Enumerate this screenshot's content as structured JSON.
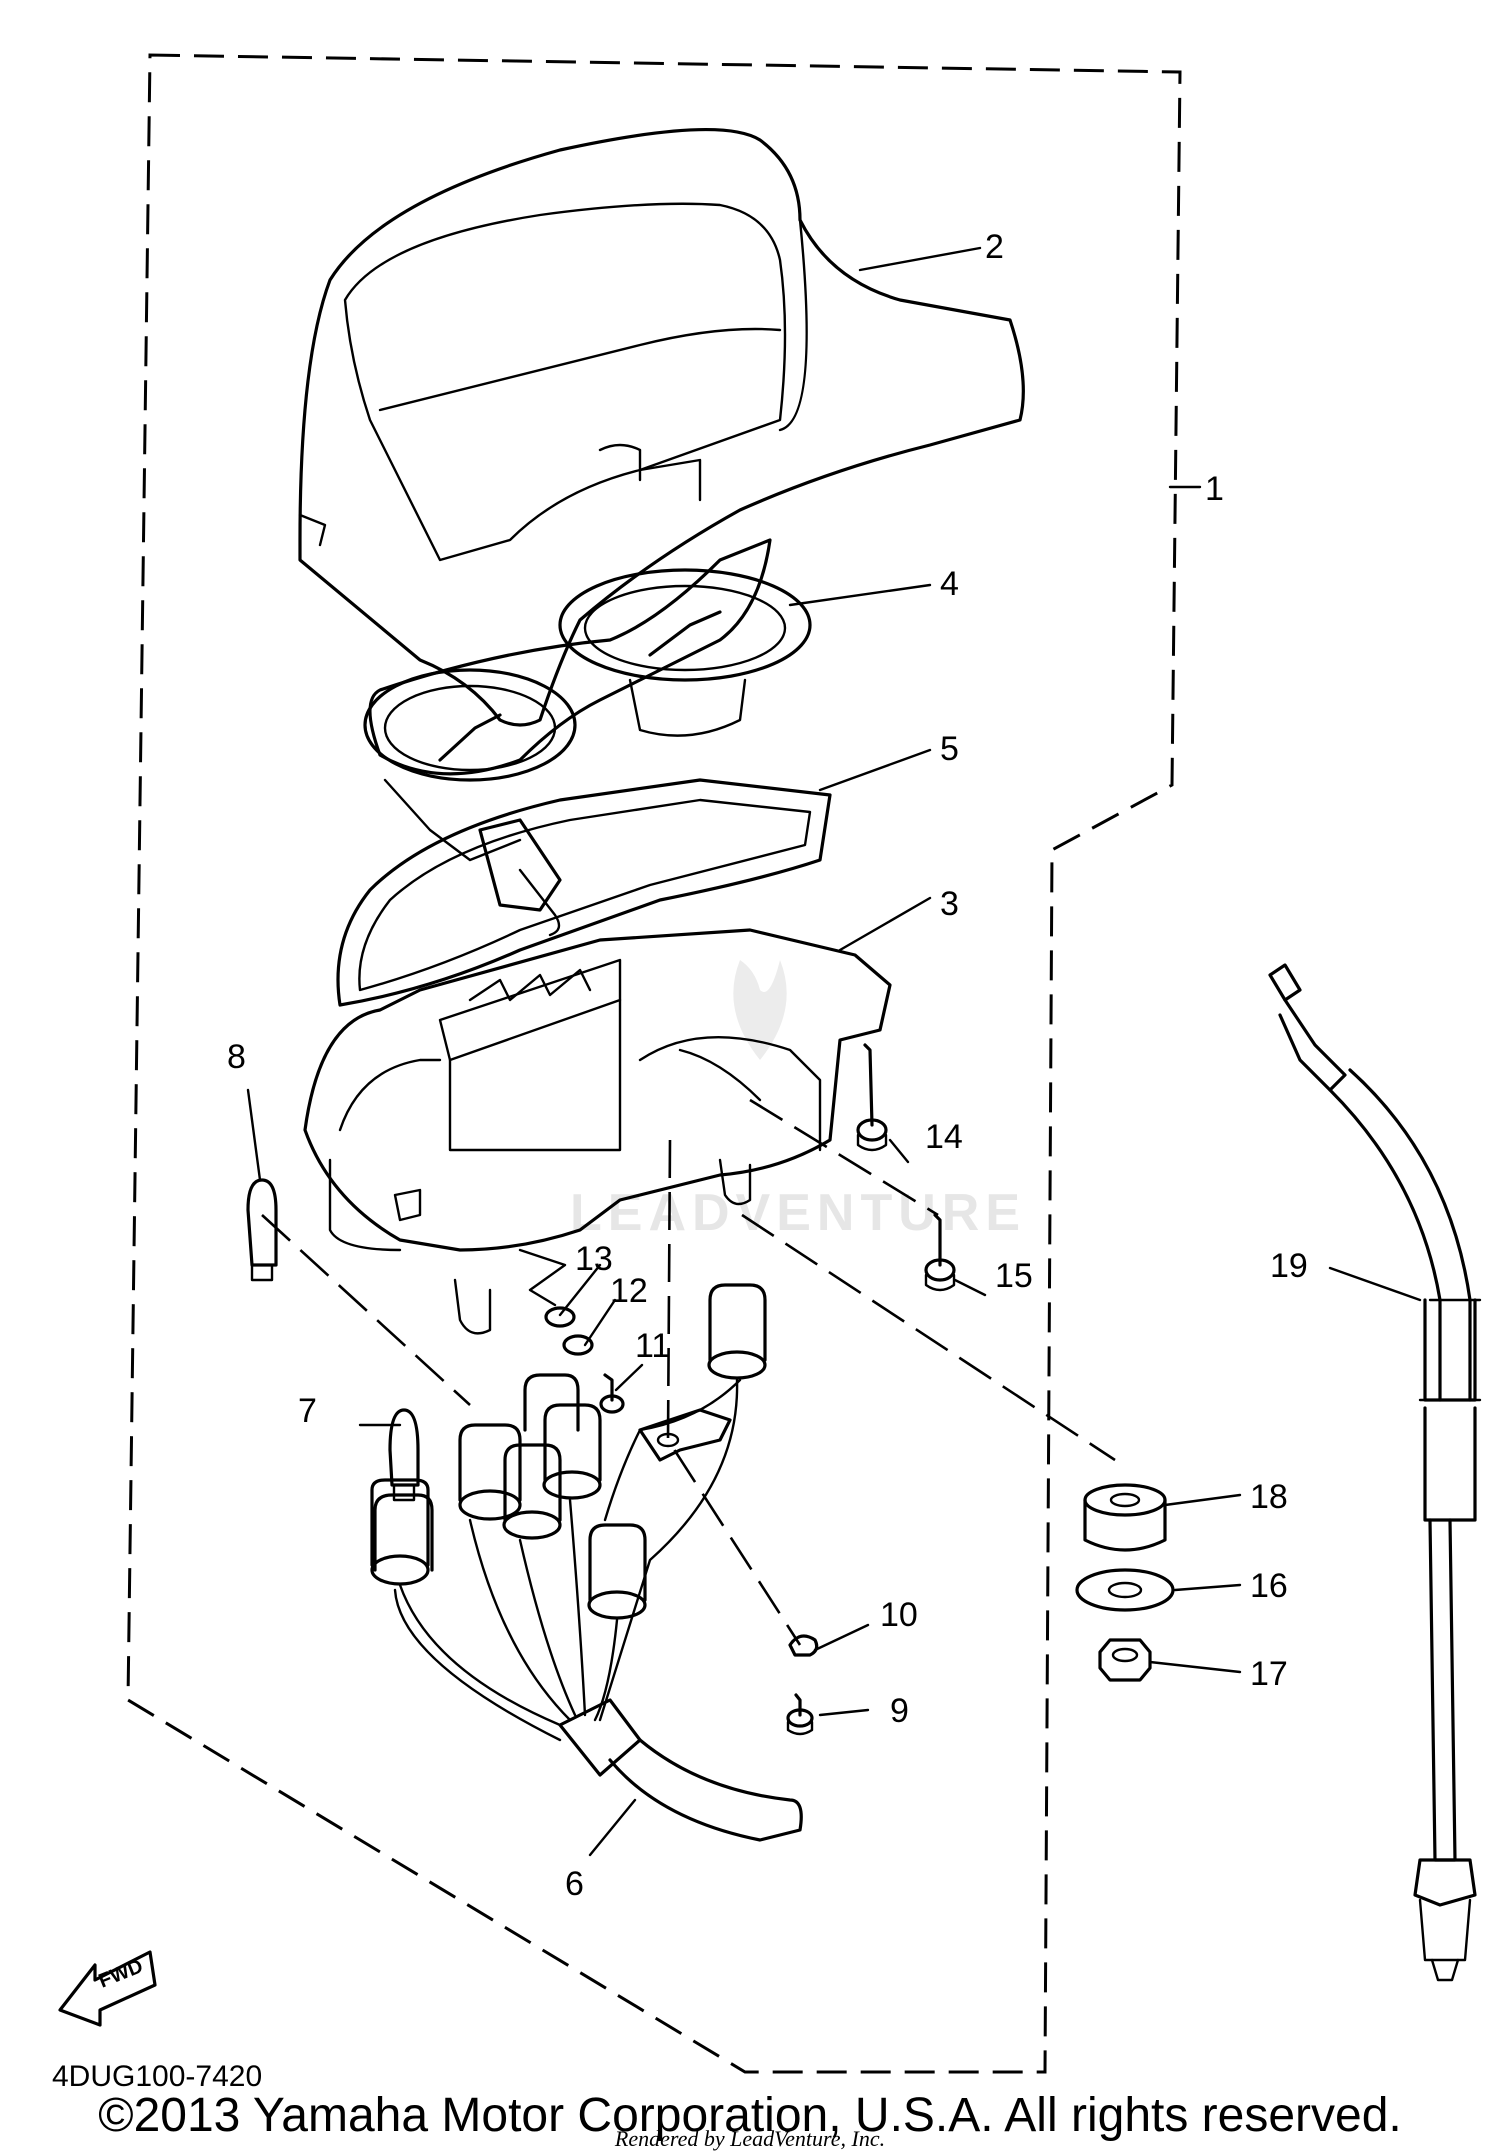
{
  "diagram_code": "4DUG100-7420",
  "copyright": "©2013 Yamaha Motor Corporation, U.S.A. All rights reserved.",
  "rendered_by": "Rendered by LeadVenture, Inc.",
  "watermark": "LEADVENTURE",
  "fwd_label": "FWD",
  "part_labels": {
    "p1": "1",
    "p2": "2",
    "p3": "3",
    "p4": "4",
    "p5": "5",
    "p6": "6",
    "p7": "7",
    "p8": "8",
    "p9": "9",
    "p10": "10",
    "p11": "11",
    "p12": "12",
    "p13": "13",
    "p14": "14",
    "p15": "15",
    "p16": "16",
    "p17": "17",
    "p18": "18",
    "p19": "19"
  }
}
